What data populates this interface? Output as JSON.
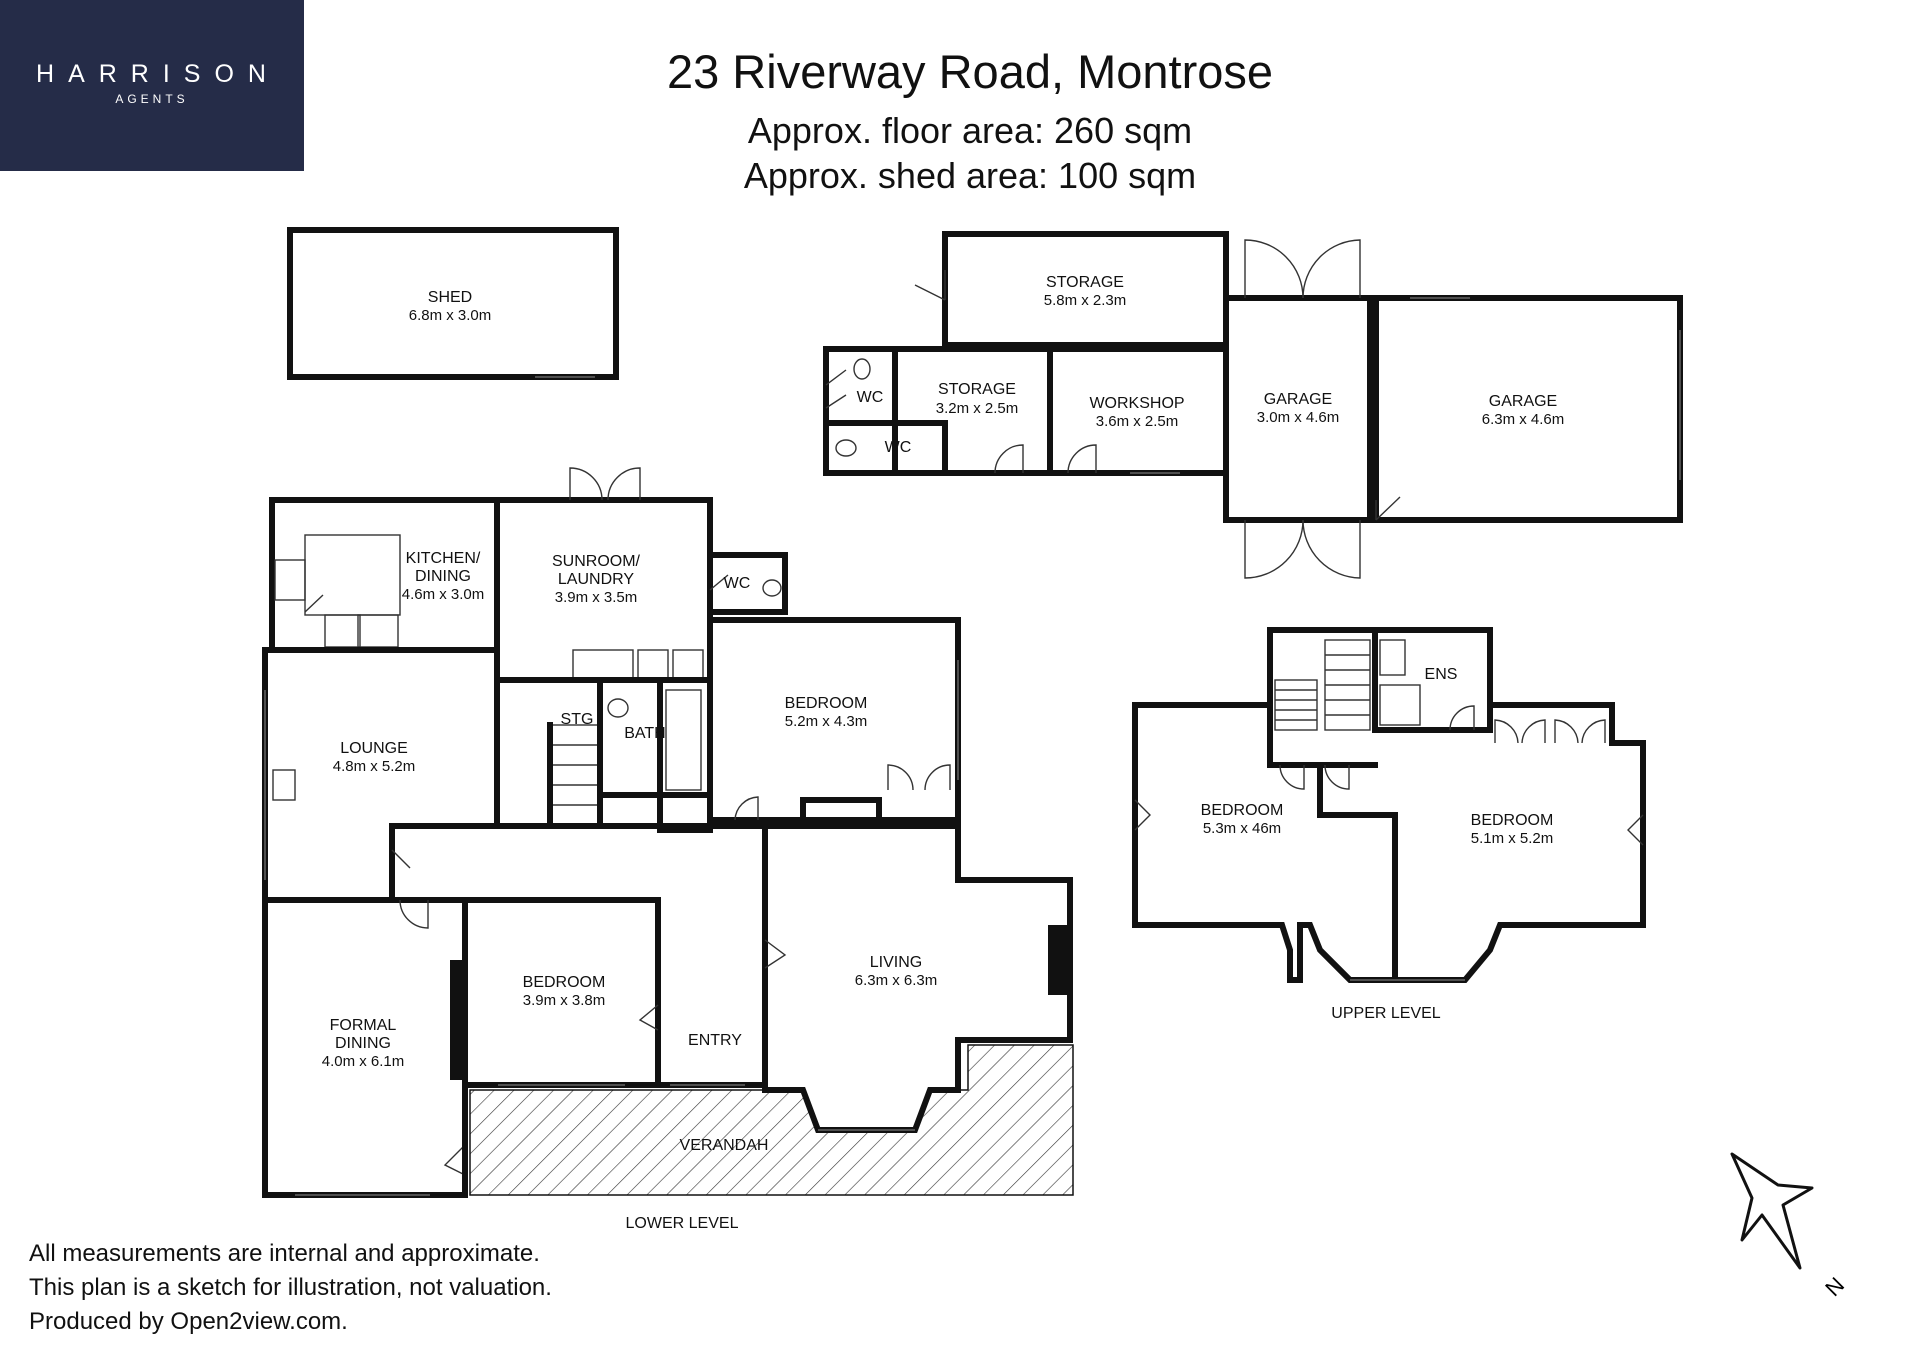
{
  "brand": {
    "name": "HARRISON",
    "sub": "AGENTS",
    "bg_color": "#252c48"
  },
  "header": {
    "title": "23 Riverway Road, Montrose",
    "floor_area": "Approx. floor area: 260 sqm",
    "shed_area": "Approx. shed area: 100 sqm"
  },
  "outbuildings": {
    "shed": {
      "name": "SHED",
      "size": "6.8m x 3.0m"
    },
    "storage_top": {
      "name": "STORAGE",
      "size": "5.8m x 2.3m"
    },
    "storage_small": {
      "name": "STORAGE",
      "size": "3.2m x 2.5m"
    },
    "workshop": {
      "name": "WORKSHOP",
      "size": "3.6m x 2.5m"
    },
    "garage_small": {
      "name": "GARAGE",
      "size": "3.0m x 4.6m"
    },
    "garage_large": {
      "name": "GARAGE",
      "size": "6.3m x 4.6m"
    },
    "wc1": "WC",
    "wc2": "WC"
  },
  "lower_level": {
    "label": "LOWER LEVEL",
    "kitchen": {
      "name1": "KITCHEN/",
      "name2": "DINING",
      "size": "4.6m x 3.0m"
    },
    "sunroom": {
      "name1": "SUNROOM/",
      "name2": "LAUNDRY",
      "size": "3.9m x 3.5m"
    },
    "wc": "WC",
    "bedroom_main": {
      "name": "BEDROOM",
      "size": "5.2m x 4.3m"
    },
    "lounge": {
      "name": "LOUNGE",
      "size": "4.8m x 5.2m"
    },
    "stg": "STG",
    "bath": "BATH",
    "formal_dining": {
      "name1": "FORMAL",
      "name2": "DINING",
      "size": "4.0m x 6.1m"
    },
    "bedroom2": {
      "name": "BEDROOM",
      "size": "3.9m x 3.8m"
    },
    "entry": "ENTRY",
    "living": {
      "name": "LIVING",
      "size": "6.3m x 6.3m"
    },
    "verandah": "VERANDAH"
  },
  "upper_level": {
    "label": "UPPER LEVEL",
    "ens": "ENS",
    "bedroom_left": {
      "name": "BEDROOM",
      "size": "5.3m x 46m"
    },
    "bedroom_right": {
      "name": "BEDROOM",
      "size": "5.1m x 5.2m"
    }
  },
  "compass": {
    "label": "N"
  },
  "disclaimer": {
    "line1": "All measurements are internal and approximate.",
    "line2": "This plan is a sketch for illustration, not valuation.",
    "line3": "Produced by Open2view.com."
  }
}
